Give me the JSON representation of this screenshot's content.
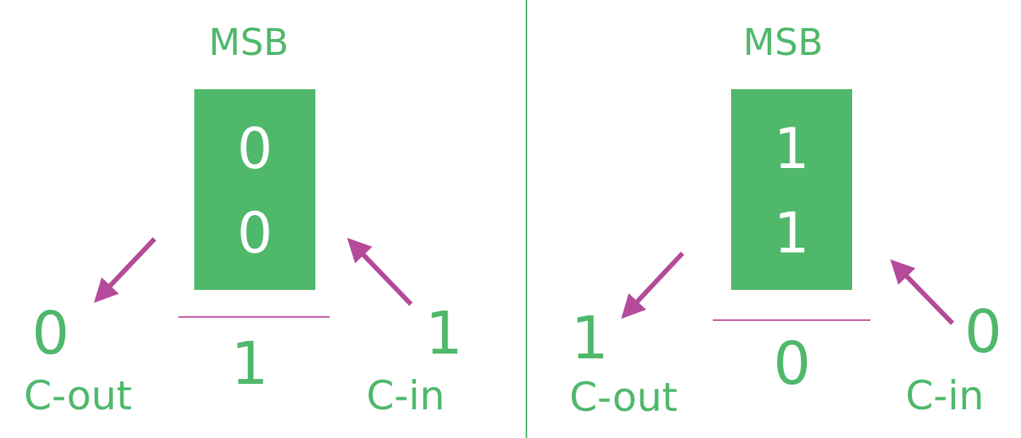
{
  "colors": {
    "green": "#4fb86a",
    "arrow": "#b54a9a",
    "line": "#c85aa6",
    "bit_text": "#ffffff"
  },
  "panels": [
    {
      "msb_label": "MSB",
      "bits": [
        "0",
        "0"
      ],
      "sum": "1",
      "carry_out_value": "0",
      "carry_out_label": "C-out",
      "carry_in_value": "1",
      "carry_in_label": "C-in"
    },
    {
      "msb_label": "MSB",
      "bits": [
        "1",
        "1"
      ],
      "sum": "0",
      "carry_out_value": "1",
      "carry_out_label": "C-out",
      "carry_in_value": "0",
      "carry_in_label": "C-in"
    }
  ]
}
